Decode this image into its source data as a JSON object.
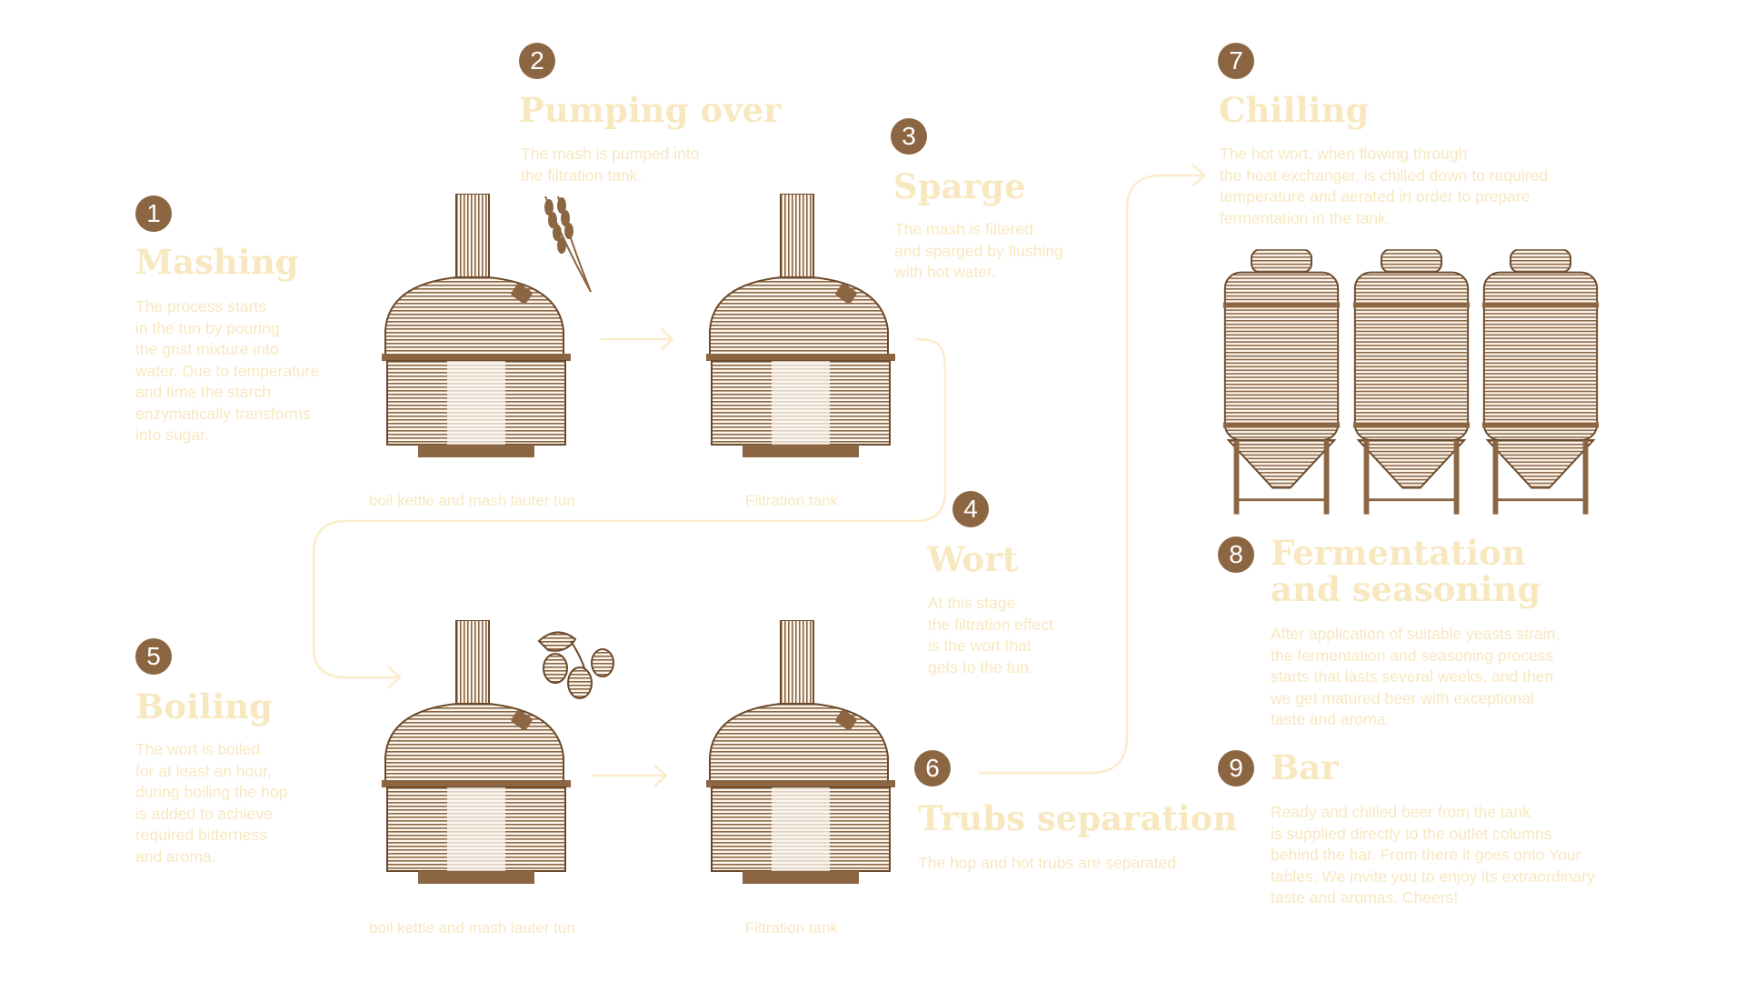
{
  "colors": {
    "brown": "#8c6642",
    "dark_brown": "#6b4a2c",
    "cream_text": "#f8e8c0",
    "flow_line": "#fbeccb"
  },
  "steps": [
    {
      "number": "1",
      "title": "Mashing",
      "text": "The process starts\nin the tun by pouring\nthe grist mixture into\nwater. Due to temperature\nand time the starch\nenzymatically transforms\ninto sugar."
    },
    {
      "number": "2",
      "title": "Pumping over",
      "text": "The mash is pumped into\nthe filtration tank."
    },
    {
      "number": "3",
      "title": "Sparge",
      "text": "The mash is filtered\nand sparged by flushing\nwith hot water."
    },
    {
      "number": "4",
      "title": "Wort",
      "text": "At this stage\nthe filtration effect\nis the wort that\ngets to the tun."
    },
    {
      "number": "5",
      "title": "Boiling",
      "text": "The wort is boiled\nfor at least an hour,\nduring boiling the hop\nis added to achieve\nrequired bitterness\nand aroma."
    },
    {
      "number": "6",
      "title": "Trubs separation",
      "text": "The hop and hot trubs are separated."
    },
    {
      "number": "7",
      "title": "Chilling",
      "text": "The hot wort, when flowing through\nthe heat exchanger, is chilled down to required\ntemperature and aerated in order to prepare\nfermentation in the tank."
    },
    {
      "number": "8",
      "title": "Fermentation\nand seasoning",
      "text": "After application of suitable yeasts strain,\nthe fermentation and seasoning process\nstarts that lasts several weeks, and then\nwe get matured beer with exceptional\ntaste and aroma."
    },
    {
      "number": "9",
      "title": "Bar",
      "text": "Ready and chilled beer from the tank\nis supplied directly to the outlet columns\nbehind the bar. From there it goes onto Your\ntables. We invite you to enjoy its extraordinary\ntaste and aromas. Cheers!"
    }
  ],
  "captions": {
    "kettle_top": "boil kettle and mash lauter tun",
    "filtration_top": "Filtration tank",
    "kettle_bottom": "boil kettle and mash lauter tun",
    "filtration_bottom": "Filtration tank"
  },
  "icons": [
    "kettle-icon",
    "filtration-tank-icon",
    "wheat-icon",
    "hops-icon",
    "fermentation-tank-icon",
    "arrow-icon"
  ]
}
